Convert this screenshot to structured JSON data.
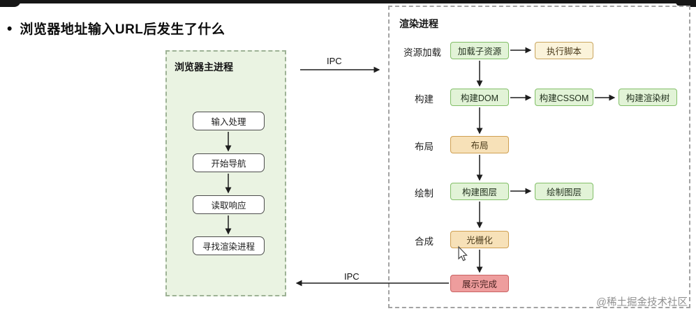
{
  "title": {
    "bullet": "•",
    "text": "浏览器地址输入URL后发生了什么"
  },
  "ipc": {
    "top": "IPC",
    "bottom": "IPC"
  },
  "main_process": {
    "label": "浏览器主进程",
    "steps": [
      "输入处理",
      "开始导航",
      "读取响应",
      "寻找渲染进程"
    ]
  },
  "render_process": {
    "label": "渲染进程",
    "stages": [
      "资源加载",
      "构建",
      "布局",
      "绘制",
      "合成"
    ],
    "nodes": {
      "load_subresources": "加载子资源",
      "execute_script": "执行脚本",
      "build_dom": "构建DOM",
      "build_cssom": "构建CSSOM",
      "build_render_tree": "构建渲染树",
      "layout": "布局",
      "build_layers": "构建图层",
      "paint_layers": "绘制图层",
      "rasterize": "光栅化",
      "display_complete": "展示完成"
    }
  },
  "watermark": "@稀土掘金技术社区",
  "colors": {
    "node_green_fill": "#e2f3d7",
    "node_green_border": "#82bf68",
    "node_yellow_fill": "#f7e1b8",
    "node_yellow_border": "#cfa052",
    "node_cream_fill": "#fbf3da",
    "node_cream_border": "#c9a55e",
    "node_red_fill": "#ee9d9d",
    "node_red_border": "#ca6262",
    "main_panel_fill": "#eaf3e2"
  }
}
